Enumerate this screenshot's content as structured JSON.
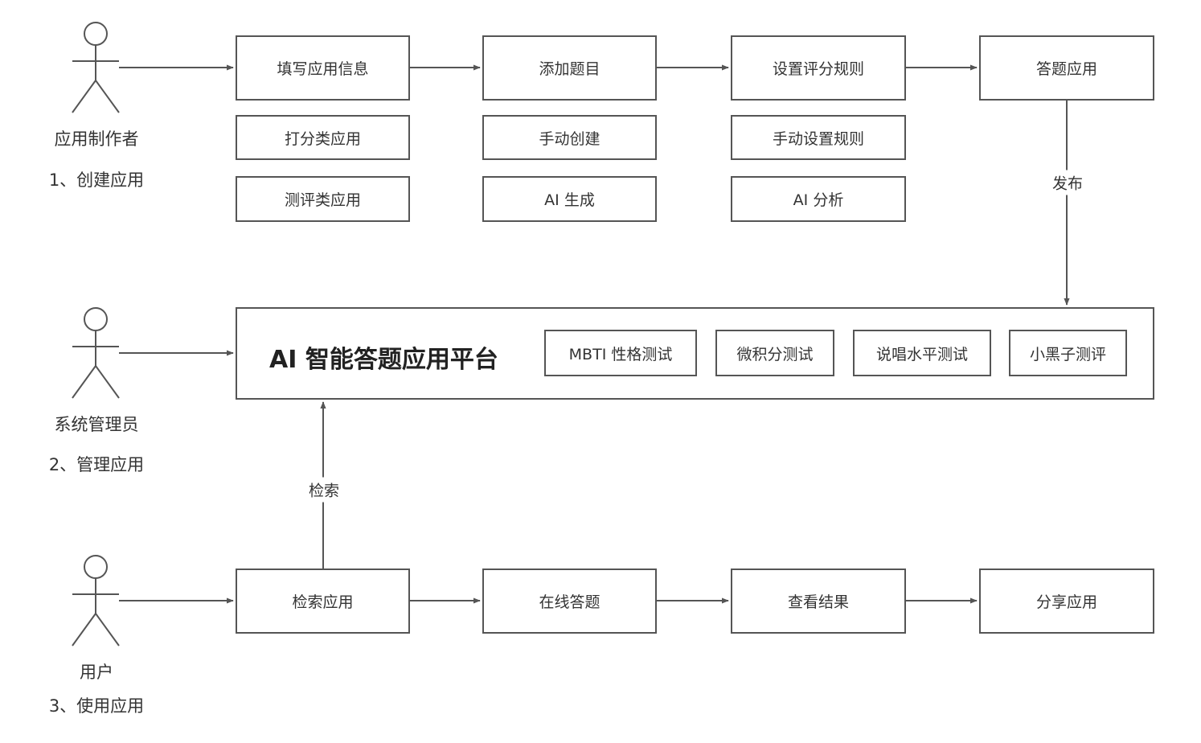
{
  "actors": [
    {
      "name": "应用制作者",
      "step": "1、创建应用"
    },
    {
      "name": "系统管理员",
      "step": "2、管理应用"
    },
    {
      "name": "用户",
      "step": "3、使用应用"
    }
  ],
  "creator_flow": {
    "info": {
      "label": "填写应用信息",
      "options": [
        "打分类应用",
        "测评类应用"
      ]
    },
    "questions": {
      "label": "添加题目",
      "options": [
        "手动创建",
        "AI 生成"
      ]
    },
    "rules": {
      "label": "设置评分规则",
      "options": [
        "手动设置规则",
        "AI 分析"
      ]
    },
    "app": {
      "label": "答题应用"
    }
  },
  "publish_label": "发布",
  "platform": {
    "title": "AI 智能答题应用平台",
    "apps": [
      "MBTI 性格测试",
      "微积分测试",
      "说唱水平测试",
      "小黑子测评"
    ]
  },
  "search_edge_label": "检索",
  "user_flow": [
    "检索应用",
    "在线答题",
    "查看结果",
    "分享应用"
  ],
  "colors": {
    "line": "#555555",
    "text": "#333333",
    "background": "#ffffff"
  }
}
